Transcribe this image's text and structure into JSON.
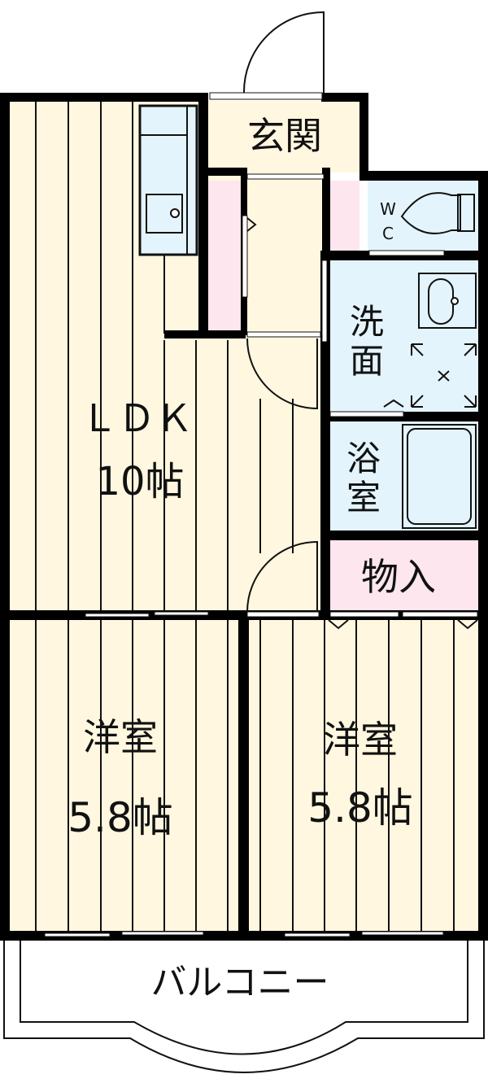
{
  "floor_plan": {
    "colors": {
      "floor": "#fff7e0",
      "wet": "#e3f4fc",
      "storage": "#fde6ee",
      "wall": "#000000",
      "window": "#ffffff"
    },
    "rooms": {
      "entrance": {
        "label": "玄関"
      },
      "ldk": {
        "label": "ＬＤＫ",
        "size": "10帖"
      },
      "wc": {
        "label_top": "W",
        "label_bottom": "C"
      },
      "washroom": {
        "label_top": "洗",
        "label_bottom": "面"
      },
      "bathroom": {
        "label_top": "浴",
        "label_bottom": "室"
      },
      "storage": {
        "label": "物入"
      },
      "western_room_left": {
        "label": "洋室",
        "size": "5.8帖"
      },
      "western_room_right": {
        "label": "洋室",
        "size": "5.8帖"
      },
      "balcony": {
        "label": "バルコニー"
      }
    }
  }
}
